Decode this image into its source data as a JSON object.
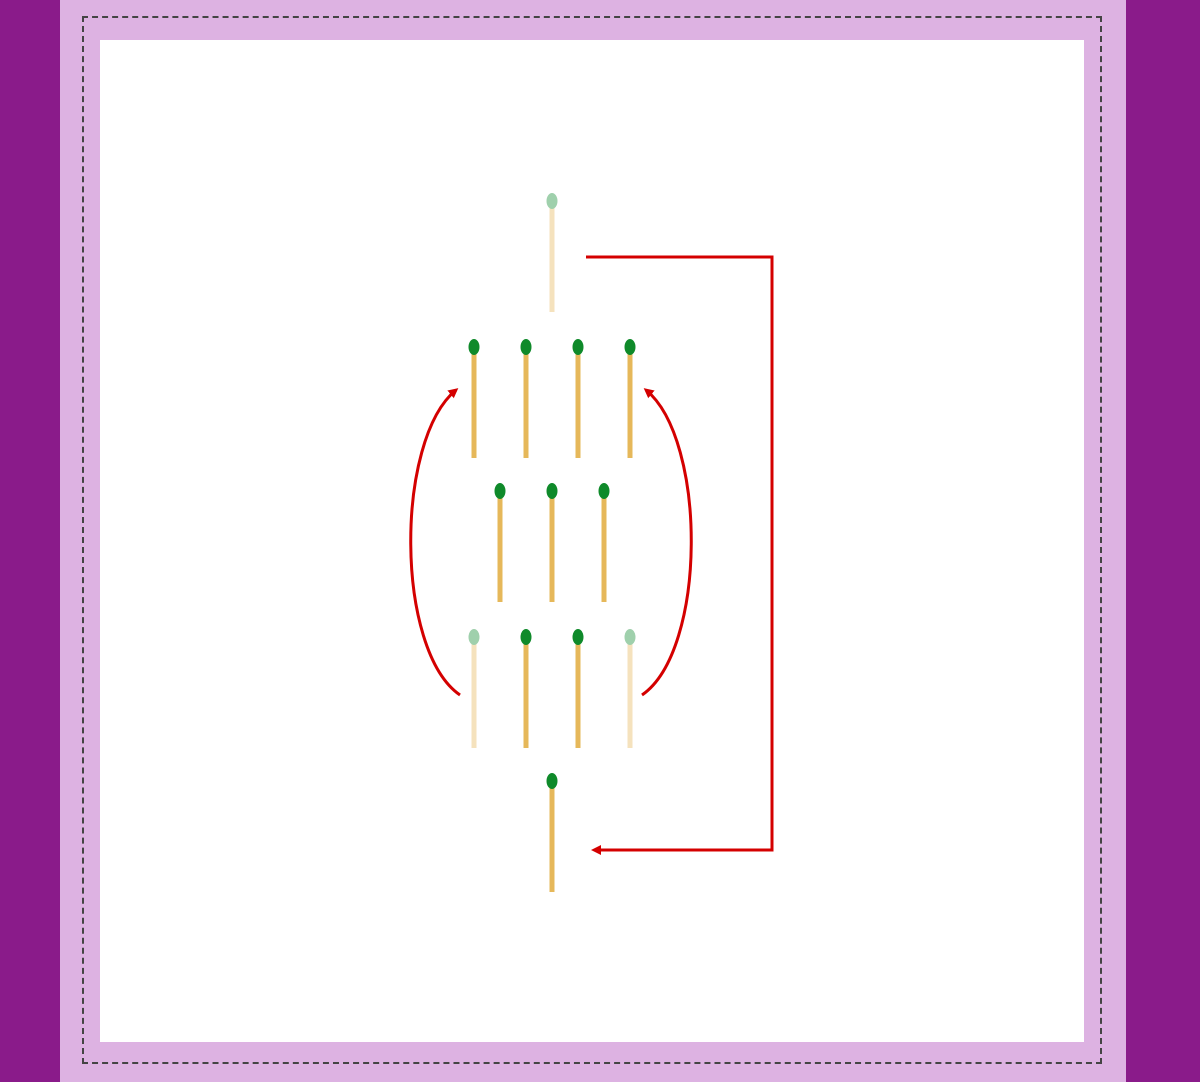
{
  "colors": {
    "background": "#8a1b8a",
    "frame": "#ddb2e2",
    "card": "#ffffff",
    "match_head": "#0f8a2a",
    "match_stick": "#e6b85a",
    "faded_head": "#9fd0ac",
    "faded_stick": "#f5e2bd",
    "arrow": "#d40000"
  },
  "puzzle": {
    "rows": [
      {
        "row": "top",
        "matches": [
          "faded"
        ]
      },
      {
        "row": "upper",
        "matches": [
          "solid",
          "solid",
          "solid",
          "solid"
        ]
      },
      {
        "row": "middle",
        "matches": [
          "solid",
          "solid",
          "solid"
        ]
      },
      {
        "row": "lower",
        "matches": [
          "faded",
          "solid",
          "solid",
          "faded"
        ]
      },
      {
        "row": "bottom",
        "matches": [
          "solid"
        ]
      }
    ],
    "moves": [
      {
        "from": "top-1",
        "to": "bottom-1",
        "arrow": "bracket-right"
      },
      {
        "from": "lower-1",
        "to": "upper-1",
        "arrow": "curve-left"
      },
      {
        "from": "lower-4",
        "to": "upper-4",
        "arrow": "curve-right"
      }
    ]
  }
}
